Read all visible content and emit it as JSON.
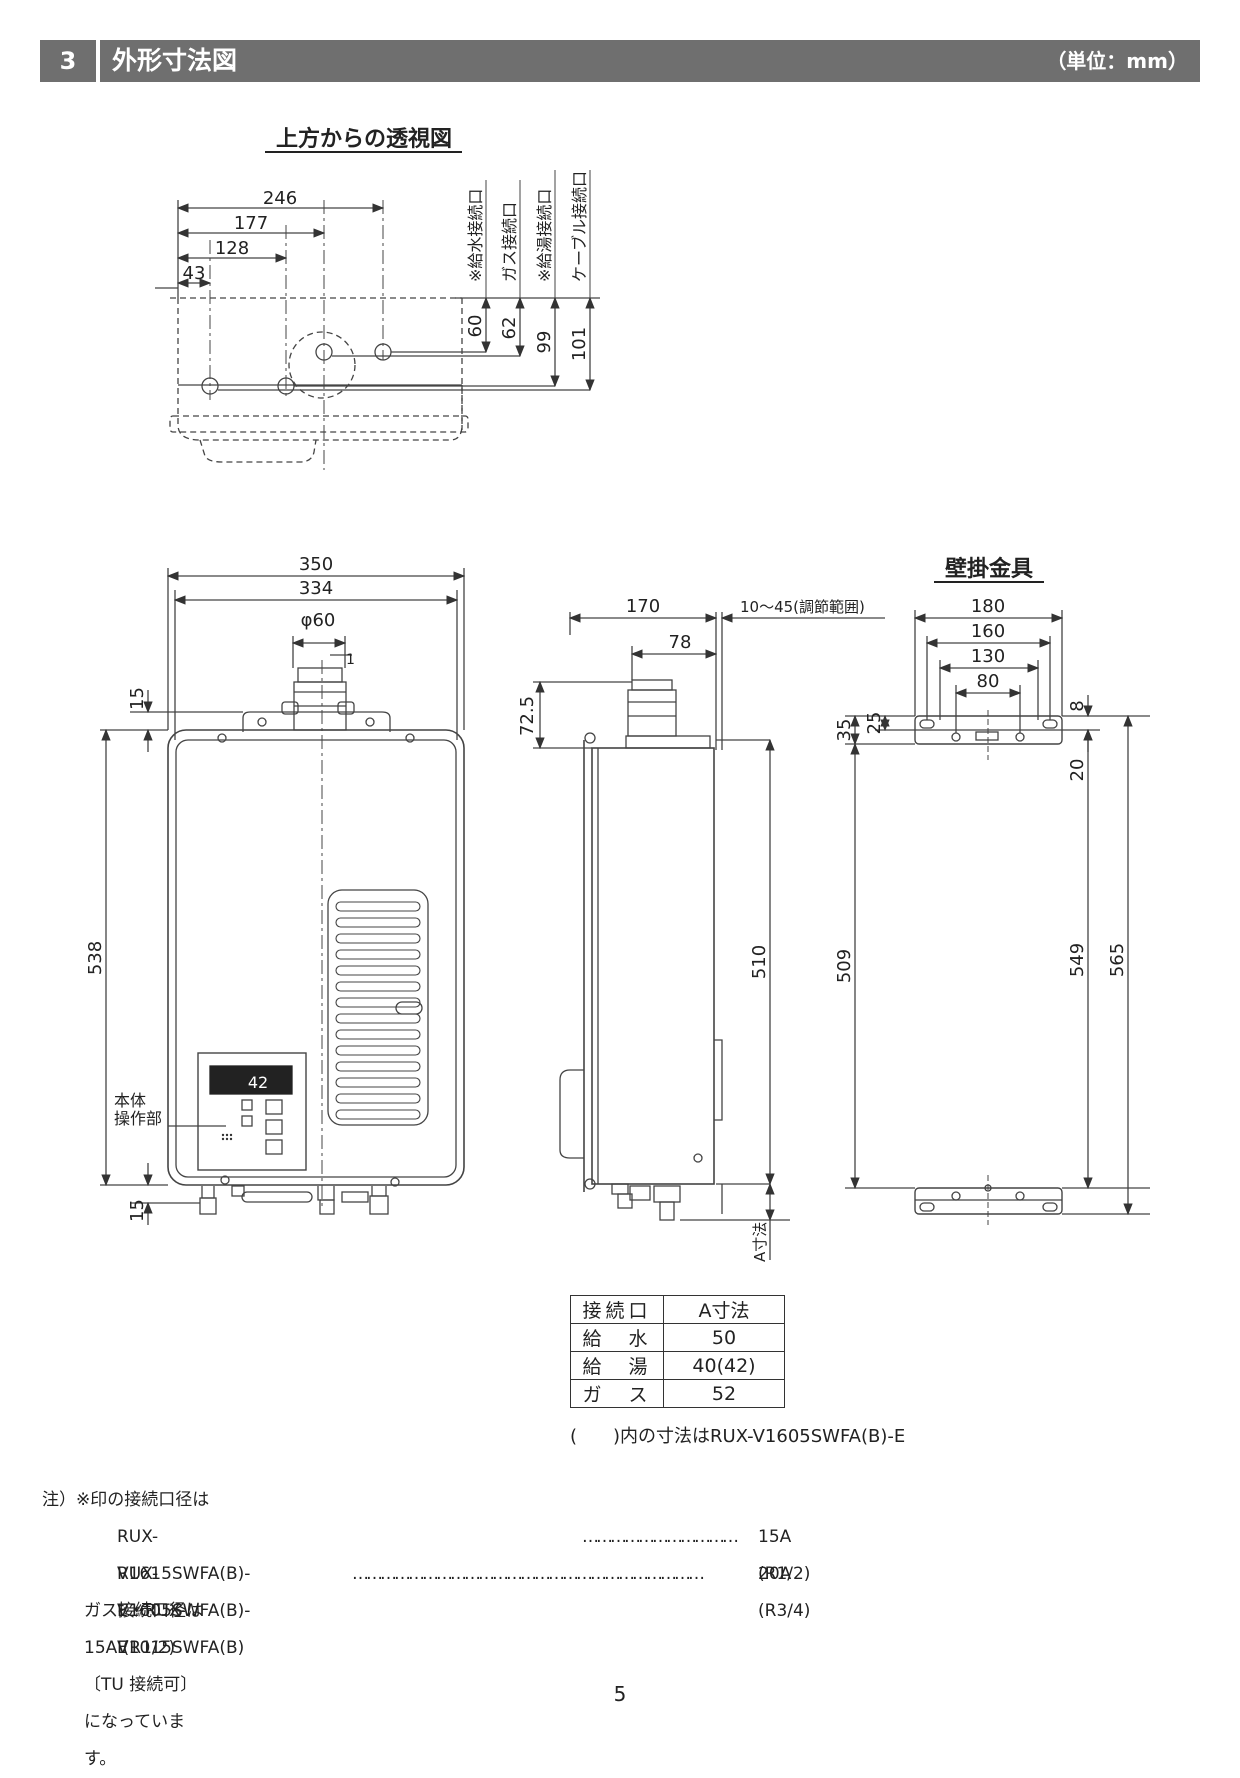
{
  "header": {
    "number": "3",
    "title": "外形寸法図",
    "unit": "（単位：mm）"
  },
  "top_view": {
    "title": "上方からの透視図",
    "dims": [
      "246",
      "177",
      "128",
      "43",
      "60",
      "62",
      "99",
      "101"
    ],
    "labels": [
      "※給水接続口",
      "ガス接続口",
      "※給湯接続口",
      "ケーブル接続口"
    ]
  },
  "front_view": {
    "dims": [
      "350",
      "334",
      "φ60",
      "1",
      "15",
      "538",
      "15"
    ],
    "display_reading": "42",
    "panel_label_1": "本体",
    "panel_label_2": "操作部"
  },
  "side_view": {
    "dims": [
      "170",
      "10～45(調節範囲)",
      "78",
      "72.5",
      "510"
    ],
    "a_label": "A寸法"
  },
  "bracket": {
    "title": "壁掛金具",
    "dims": [
      "180",
      "160",
      "130",
      "80",
      "8",
      "35",
      "25",
      "20",
      "509",
      "549",
      "565"
    ]
  },
  "table": {
    "headers": [
      "接続口",
      "A寸法"
    ],
    "rows": [
      [
        "給　水",
        "50"
      ],
      [
        "給　湯",
        "40(42)"
      ],
      [
        "ガ　ス",
        "52"
      ]
    ],
    "note": "(　　)内の寸法はRUX-V1605SWFA(B)-E"
  },
  "notes": {
    "intro": "注）※印の接続口径は",
    "line1_model": "RUX-V1615SWFA(B)-E・RUX-V1015SWFA(B)",
    "line1_dots": "……………………………",
    "line1_value": "15A (R1/2)",
    "line2_model": "RUX-V1605SWFA(B)-E",
    "line2_dots": "…………………………………………………………………",
    "line2_value": "20A (R3/4)",
    "line3": "ガス接続口径は 15A (R1/2)〔TU 接続可〕になっています。"
  },
  "page_number": "5"
}
